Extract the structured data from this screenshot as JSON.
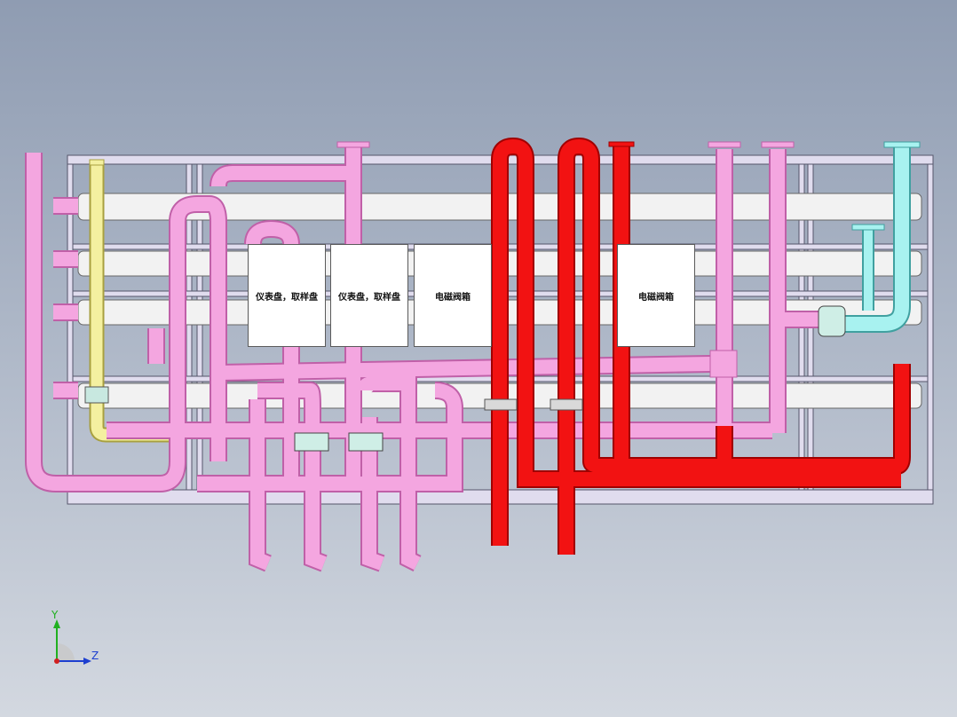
{
  "colors": {
    "frame_fill": "#e0dcee",
    "frame_stroke": "#55556a",
    "header_fill": "#f2f2f2",
    "pink": "#f4a6e0",
    "pink_dark": "#c060a8",
    "red": "#f21212",
    "red_dark": "#a00000",
    "yellow": "#f4f0a0",
    "yellow_dark": "#a8a040",
    "cyan": "#a8f2f0",
    "cyan_dark": "#40a0a0",
    "axis_y": "#20b020",
    "axis_z": "#1d3fd0",
    "axis_origin": "#d02020"
  },
  "panels": [
    {
      "label": "仪表盘，取样盘"
    },
    {
      "label": "仪表盘，取样盘"
    },
    {
      "label": "电磁阀箱"
    },
    {
      "label": "电磁阀箱"
    }
  ],
  "axis": {
    "y_label": "Y",
    "z_label": "Z"
  }
}
